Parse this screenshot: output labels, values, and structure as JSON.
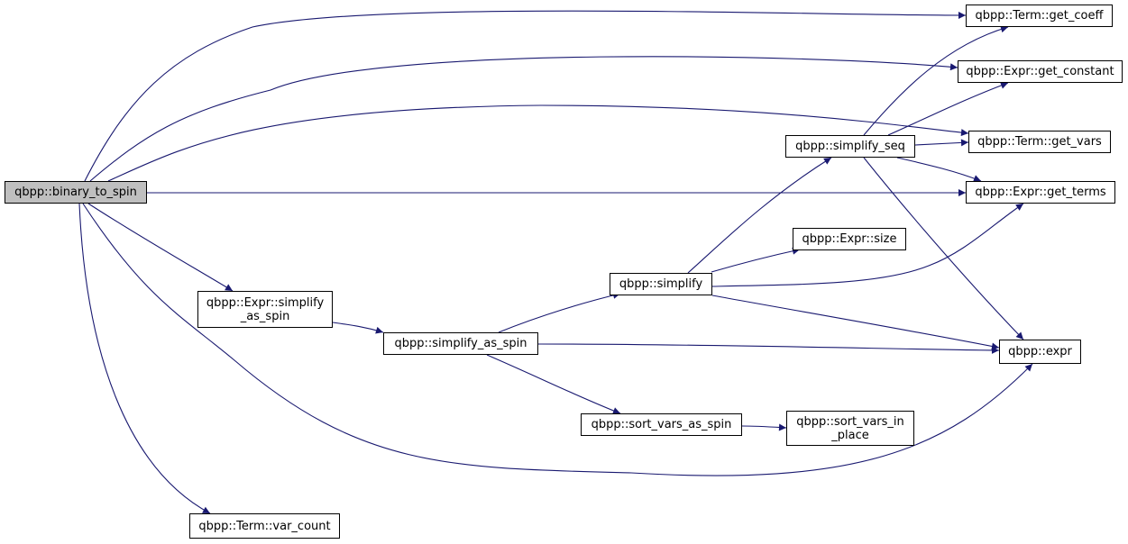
{
  "diagram": {
    "type": "call-graph",
    "colors": {
      "edge": "#191970",
      "root_fill": "#bfbfbf",
      "node_fill": "#ffffff",
      "border": "#000000"
    },
    "nodes": [
      {
        "id": "binary_to_spin",
        "lines": [
          "qbpp::binary_to_spin"
        ],
        "root": true
      },
      {
        "id": "term_get_coeff",
        "lines": [
          "qbpp::Term::get_coeff"
        ]
      },
      {
        "id": "expr_get_constant",
        "lines": [
          "qbpp::Expr::get_constant"
        ]
      },
      {
        "id": "term_get_vars",
        "lines": [
          "qbpp::Term::get_vars"
        ]
      },
      {
        "id": "expr_get_terms",
        "lines": [
          "qbpp::Expr::get_terms"
        ]
      },
      {
        "id": "simplify_seq",
        "lines": [
          "qbpp::simplify_seq"
        ]
      },
      {
        "id": "expr_size",
        "lines": [
          "qbpp::Expr::size"
        ]
      },
      {
        "id": "simplify",
        "lines": [
          "qbpp::simplify"
        ]
      },
      {
        "id": "expr_simplify_as_spin",
        "lines": [
          "qbpp::Expr::simplify",
          "_as_spin"
        ]
      },
      {
        "id": "simplify_as_spin",
        "lines": [
          "qbpp::simplify_as_spin"
        ]
      },
      {
        "id": "expr",
        "lines": [
          "qbpp::expr"
        ]
      },
      {
        "id": "sort_vars_as_spin",
        "lines": [
          "qbpp::sort_vars_as_spin"
        ]
      },
      {
        "id": "sort_vars_in_place",
        "lines": [
          "qbpp::sort_vars_in",
          "_place"
        ]
      },
      {
        "id": "term_var_count",
        "lines": [
          "qbpp::Term::var_count"
        ]
      }
    ],
    "edges": [
      [
        "binary_to_spin",
        "term_get_coeff"
      ],
      [
        "binary_to_spin",
        "expr_get_constant"
      ],
      [
        "binary_to_spin",
        "term_get_vars"
      ],
      [
        "binary_to_spin",
        "expr_get_terms"
      ],
      [
        "binary_to_spin",
        "expr_simplify_as_spin"
      ],
      [
        "binary_to_spin",
        "expr"
      ],
      [
        "binary_to_spin",
        "term_var_count"
      ],
      [
        "expr_simplify_as_spin",
        "simplify_as_spin"
      ],
      [
        "simplify_as_spin",
        "simplify"
      ],
      [
        "simplify_as_spin",
        "expr"
      ],
      [
        "simplify_as_spin",
        "sort_vars_as_spin"
      ],
      [
        "simplify",
        "simplify_seq"
      ],
      [
        "simplify",
        "expr_size"
      ],
      [
        "simplify",
        "expr_get_terms"
      ],
      [
        "simplify",
        "expr"
      ],
      [
        "simplify_seq",
        "term_get_coeff"
      ],
      [
        "simplify_seq",
        "expr_get_constant"
      ],
      [
        "simplify_seq",
        "term_get_vars"
      ],
      [
        "simplify_seq",
        "expr_get_terms"
      ],
      [
        "simplify_seq",
        "expr"
      ],
      [
        "sort_vars_as_spin",
        "sort_vars_in_place"
      ]
    ]
  }
}
